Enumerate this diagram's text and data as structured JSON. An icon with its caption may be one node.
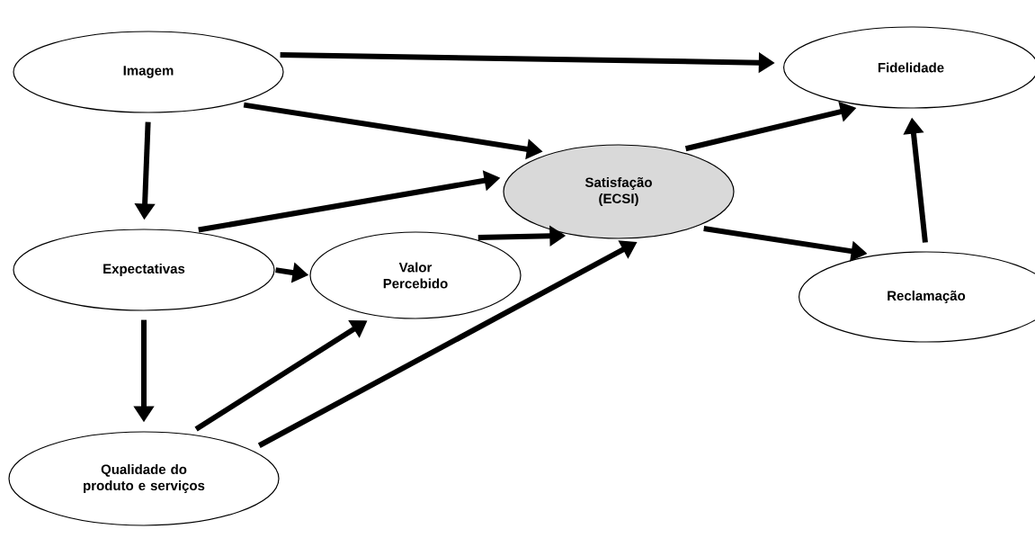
{
  "diagram": {
    "nodes": [
      {
        "text": [
          "Imagem"
        ]
      },
      {
        "text": [
          "Fidelidade"
        ]
      },
      {
        "text": [
          "Satisfação (ECSI)"
        ]
      },
      {
        "text": [
          "Expectativas"
        ]
      },
      {
        "text": [
          "Valor Percebido"
        ]
      },
      {
        "text": [
          "Reclamação"
        ]
      },
      {
        "text": [
          "Qualidade do produto e serviços"
        ]
      }
    ],
    "edges": [
      {
        "from": 0,
        "to": 1,
        "arrow": "to"
      },
      {
        "from": 0,
        "to": 2,
        "arrow": "to"
      },
      {
        "from": 0,
        "to": 3,
        "arrow": "to"
      },
      {
        "from": 3,
        "to": 2,
        "arrow": "to"
      },
      {
        "from": 3,
        "to": 4,
        "arrow": "to"
      },
      {
        "from": 4,
        "to": 2,
        "arrow": "to"
      },
      {
        "from": 3,
        "to": 6,
        "arrow": "to"
      },
      {
        "from": 6,
        "to": 4,
        "arrow": "to"
      },
      {
        "from": 6,
        "to": 2,
        "arrow": "to"
      },
      {
        "from": 2,
        "to": 1,
        "arrow": "to"
      },
      {
        "from": 2,
        "to": 5,
        "arrow": "to"
      },
      {
        "from": 5,
        "to": 1,
        "arrow": "to"
      }
    ]
  }
}
